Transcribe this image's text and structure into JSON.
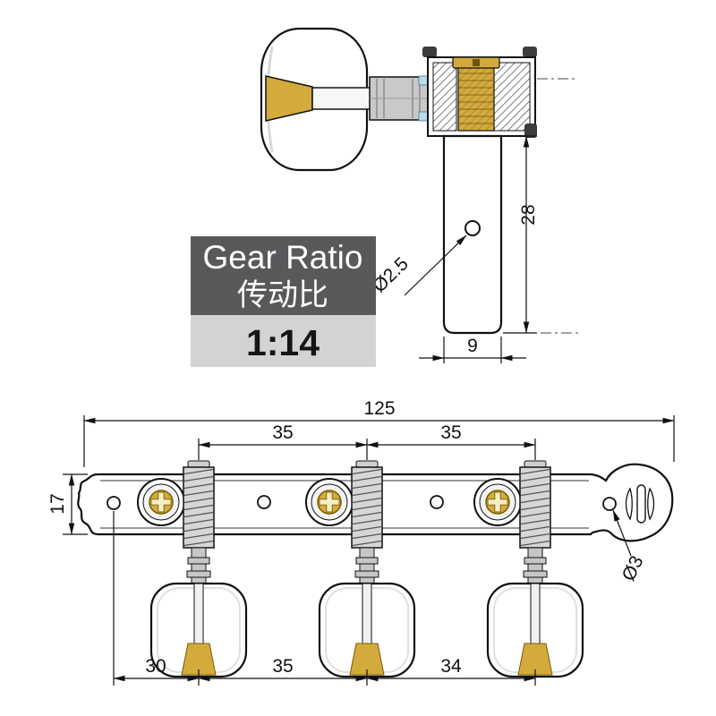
{
  "gear_ratio": {
    "line1": "Gear Ratio",
    "line2": "传动比",
    "value": "1:14"
  },
  "side_view": {
    "dim_post_height": "28",
    "dim_post_width": "9",
    "hole_label": "Ø2.5"
  },
  "front_view": {
    "dim_overall_length": "125",
    "dim_spacing_1": "35",
    "dim_spacing_2": "35",
    "dim_plate_width": "17",
    "hole_label": "Ø3",
    "dim_segment_1": "30",
    "dim_segment_2": "35",
    "dim_segment_3": "34"
  },
  "colors": {
    "brass": "#d2ab3c",
    "brass_dark": "#7a5c00",
    "metal_gray": "#c9c9c9",
    "accent_blue": "#b9dcee",
    "box_header_bg": "#58595b",
    "box_header_text": "#ffffff",
    "box_value_bg": "#d2d3d5",
    "box_value_text": "#151515"
  }
}
